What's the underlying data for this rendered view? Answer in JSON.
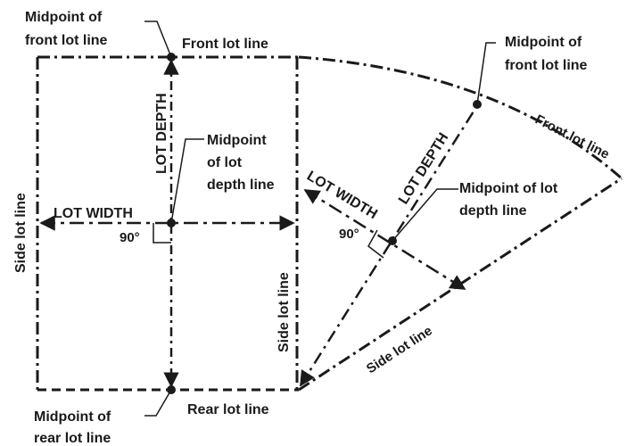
{
  "colors": {
    "ink": "#1a1a1a",
    "background": "#ffffff"
  },
  "left_diagram": {
    "midpoint_front_line": "Midpoint of",
    "midpoint_front_line_2": "front lot line",
    "front_lot_line": "Front lot line",
    "lot_depth": "LOT DEPTH",
    "midpoint_depth_line": "Midpoint",
    "midpoint_depth_line_2": "of lot",
    "midpoint_depth_line_3": "depth line",
    "side_lot_line_left": "Side lot line",
    "lot_width": "LOT WIDTH",
    "angle": "90°",
    "side_lot_line_right": "Side lot line",
    "midpoint_rear_line": "Midpoint of",
    "midpoint_rear_line_2": "rear lot line",
    "rear_lot_line": "Rear lot line"
  },
  "right_diagram": {
    "midpoint_front_line": "Midpoint of",
    "midpoint_front_line_2": "front lot line",
    "front_lot_line": "Front lot line",
    "lot_depth": "LOT DEPTH",
    "lot_width": "LOT WIDTH",
    "midpoint_depth_line": "Midpoint of lot",
    "midpoint_depth_line_2": "depth line",
    "angle": "90°",
    "side_lot_line": "Side lot line"
  }
}
